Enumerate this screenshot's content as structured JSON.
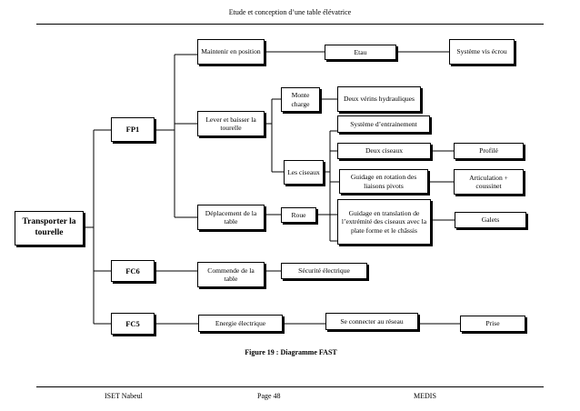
{
  "header": {
    "title": "Etude et conception d’une table élévatrice"
  },
  "diagram": {
    "root": "Transporter la tourelle",
    "fp1": "FP1",
    "fc6": "FC6",
    "fc5": "FC5",
    "maintenir": "Maintenir en position",
    "etau": "Etau",
    "systeme_vis": "Système vis écrou",
    "lever": "Lever et baisser la tourelle",
    "monte_charge": "Monte charge",
    "deux_verins": "Deux vérins hydrauliques",
    "les_ciseaux": "Les ciseaux",
    "systeme_entrainement": "Système d’entrainement",
    "deux_ciseaux": "Deux ciseaux",
    "profile": "Profilé",
    "guidage_rotation": "Guidage en rotation des liaisons pivots",
    "articulation": "Articulation + coussinet",
    "deplacement": "Déplacement de la table",
    "roue": "Roue",
    "guidage_translation": "Guidage en translation de l’extrémité des ciseaux avec la plate forme et le châssis",
    "galets": "Galets",
    "commende": "Commende de la table",
    "securite": "Sécurité électrique",
    "energie": "Energie électrique",
    "se_connecter": "Se connecter au réseau",
    "prise": "Prise"
  },
  "caption": "Figure 19 : Diagramme FAST",
  "footer": {
    "left": "ISET Nabeul",
    "center": "Page 48",
    "right": "MEDIS"
  }
}
